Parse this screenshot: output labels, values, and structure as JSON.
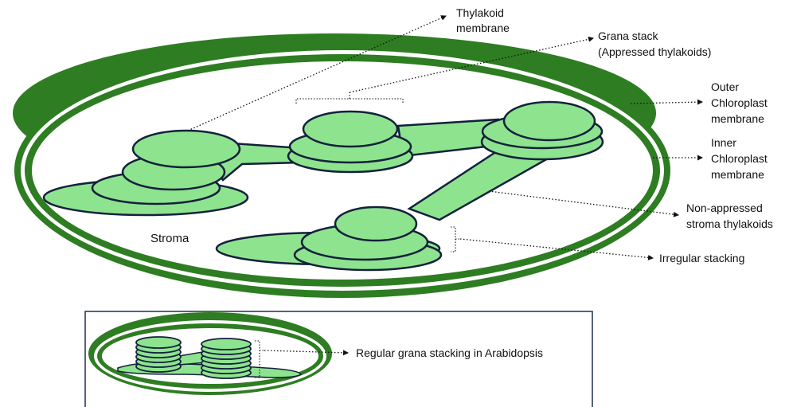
{
  "colors": {
    "envelope": "#2e7d22",
    "thylakoid_fill": "#8ee38f",
    "thylakoid_outline": "#13213b",
    "inset_border": "#1e3148",
    "text": "#111111"
  },
  "labels": {
    "thylakoid_membrane": [
      "Thylakoid",
      "membrane"
    ],
    "grana_stack": [
      "Grana stack",
      "(Appressed thylakoids)"
    ],
    "outer_membrane": [
      "Outer",
      "Chloroplast",
      "membrane"
    ],
    "inner_membrane": [
      "Inner",
      "Chloroplast",
      "membrane"
    ],
    "non_appressed": [
      "Non-appressed",
      "stroma thylakoids"
    ],
    "irregular_stacking": "Irregular stacking",
    "stroma": "Stroma",
    "regular_stacking": "Regular grana stacking in Arabidopsis"
  }
}
